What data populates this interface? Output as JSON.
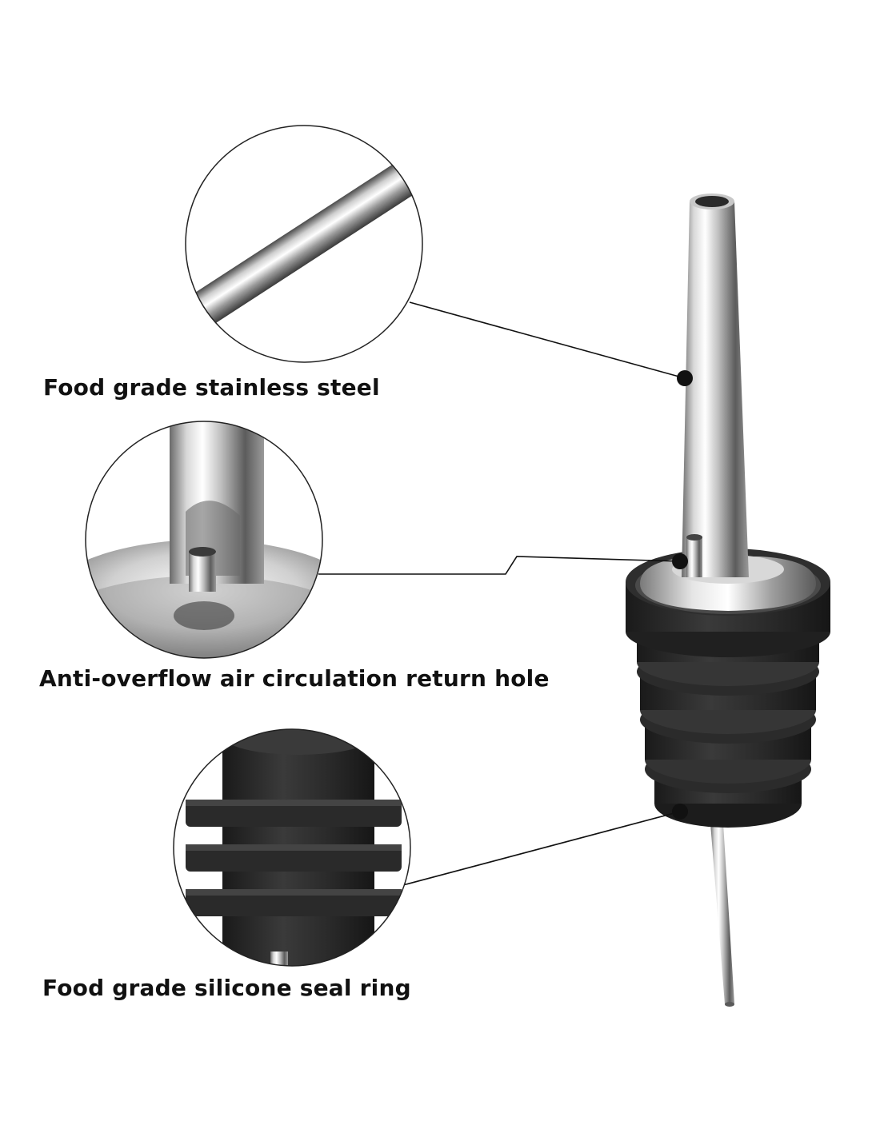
{
  "callouts": {
    "steel": "Food grade stainless steel",
    "hole": "Anti-overflow air circulation return hole",
    "seal": "Food grade silicone seal ring"
  },
  "colors": {
    "background": "#ffffff",
    "label_text": "#111111",
    "rubber": "#262626",
    "steel_dark": "#555555",
    "steel_light": "#f2f2f2"
  }
}
